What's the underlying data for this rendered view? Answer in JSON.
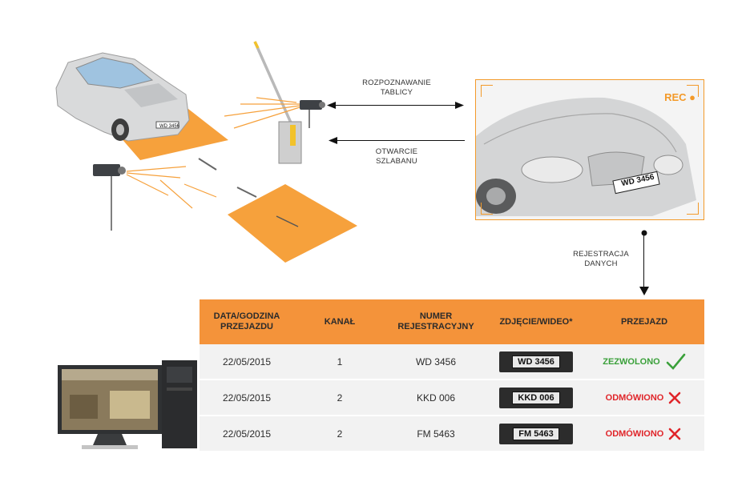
{
  "labels": {
    "recognition": "ROZPOZNAWANIE\nTABLICY",
    "barrier": "OTWARCIE\nSZLABANU",
    "registration": "REJESTRACJA\nDANYCH"
  },
  "camera_view": {
    "rec": "REC",
    "plate": "WD 3456",
    "car_plate_small": "WD 3456"
  },
  "table": {
    "headers": [
      "DATA/GODZINA\nPRZEJAZDU",
      "KANAŁ",
      "NUMER\nREJESTRACYJNY",
      "ZDJĘCIE/WIDEO*",
      "PRZEJAZD"
    ],
    "rows": [
      {
        "date": "22/05/2015",
        "channel": "1",
        "number": "WD 3456",
        "photo": "WD 3456",
        "status": "ZEZWOLONO",
        "ok": true
      },
      {
        "date": "22/05/2015",
        "channel": "2",
        "number": "KKD 006",
        "photo": "KKD 006",
        "status": "ODMÓWIONO",
        "ok": false
      },
      {
        "date": "22/05/2015",
        "channel": "2",
        "number": "FM 5463",
        "photo": "FM 5463",
        "status": "ODMÓWIONO",
        "ok": false
      }
    ]
  },
  "colors": {
    "accent": "#f4933a",
    "ok": "#3aa03a",
    "bad": "#e0252a"
  }
}
